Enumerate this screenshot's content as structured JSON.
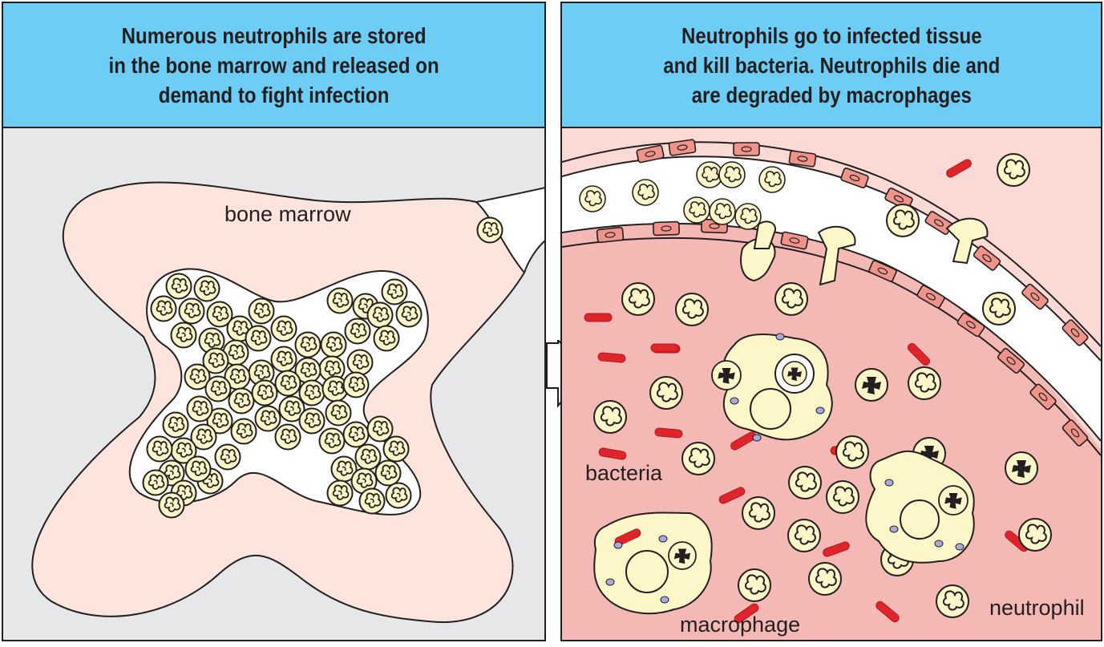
{
  "left_panel": {
    "title": "Numerous neutrophils are stored\nin the bone marrow and released on\ndemand to fight infection",
    "label_bone_marrow": "bone marrow"
  },
  "right_panel": {
    "title": "Neutrophils go to infected tissue\nand kill bacteria. Neutrophils die and\nare degraded by macrophages",
    "label_bacteria": "bacteria",
    "label_macrophage": "macrophage",
    "label_neutrophil": "neutrophil"
  },
  "colors": {
    "header_blue": "#6ecdf4",
    "panel_gray": "#e6e7e8",
    "marrow_pink": "#fde4dc",
    "tissue_pink": "#f4b9b4",
    "vessel_cell": "#f0938a",
    "cell_cream": "#fdf6c9",
    "bacteria_red": "#e0242b",
    "granule_purple": "#a8a9dd",
    "outline": "#231f20"
  },
  "icons": [
    "neutrophil-icon",
    "dead-neutrophil-icon",
    "macrophage-icon",
    "bacterium-icon",
    "endothelial-cell-icon",
    "right-arrow-icon"
  ]
}
